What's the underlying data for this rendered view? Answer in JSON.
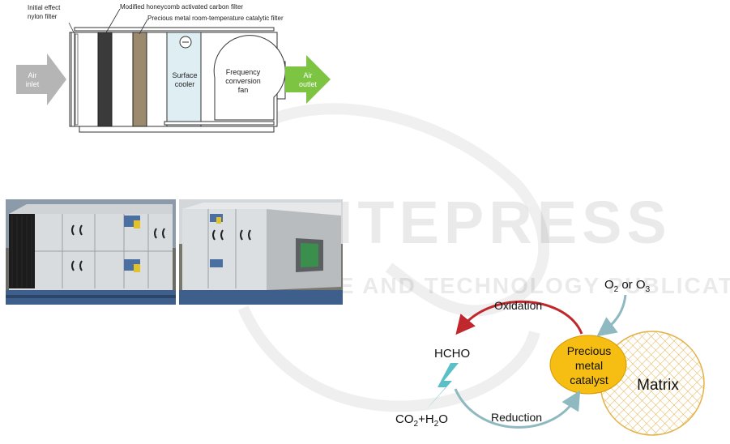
{
  "watermark": {
    "word": "SCITEPRESS",
    "subtitle": "SCIENCE AND TECHNOLOGY PUBLICATIONS"
  },
  "unit_diagram": {
    "labels": {
      "initial_filter_line1": "Initial effect",
      "initial_filter_line2": "nylon filter",
      "carbon_filter": "Modified honeycomb activated carbon filter",
      "catalytic_filter": "Precious metal room-temperature catalytic filter",
      "air_inlet_line1": "Air",
      "air_inlet_line2": "inlet",
      "surface_cooler_line1": "Surface",
      "surface_cooler_line2": "cooler",
      "fan_line1": "Frequency",
      "fan_line2": "conversion",
      "fan_line3": "fan",
      "air_outlet_line1": "Air",
      "air_outlet_line2": "outlet"
    },
    "colors": {
      "inlet_arrow": "#b5b5b5",
      "outlet_arrow": "#7cc442",
      "carbon_filter": "#3a3a3a",
      "catalytic_filter": "#9c8a6f",
      "surface_cooler": "#dfeef3"
    }
  },
  "photos": {
    "left": {
      "description_icon": "air-handling-unit-photo-front"
    },
    "right": {
      "description_icon": "air-handling-unit-photo-side"
    }
  },
  "catalysis_cycle": {
    "oxygen_label_prefix": "O",
    "oxygen_sub": "2",
    "oxygen_mid": " or O",
    "oxygen_sub2": "3",
    "oxidation": "Oxidation",
    "hcho": "HCHO",
    "catalyst_line1": "Precious",
    "catalyst_line2": "metal",
    "catalyst_line3": "catalyst",
    "matrix": "Matrix",
    "product_co": "CO",
    "product_sub1": "2",
    "product_plus": "+H",
    "product_sub2": "2",
    "product_o": "O",
    "reduction": "Reduction",
    "colors": {
      "oxidation_arrow": "#c0282d",
      "reduction_arrow": "#8fb9c0",
      "oxygen_arrow": "#8fb9c0",
      "catalyst_fill": "#f6bd12",
      "matrix_stroke": "#e3b24a",
      "bolt": "#5bbfc7"
    }
  }
}
